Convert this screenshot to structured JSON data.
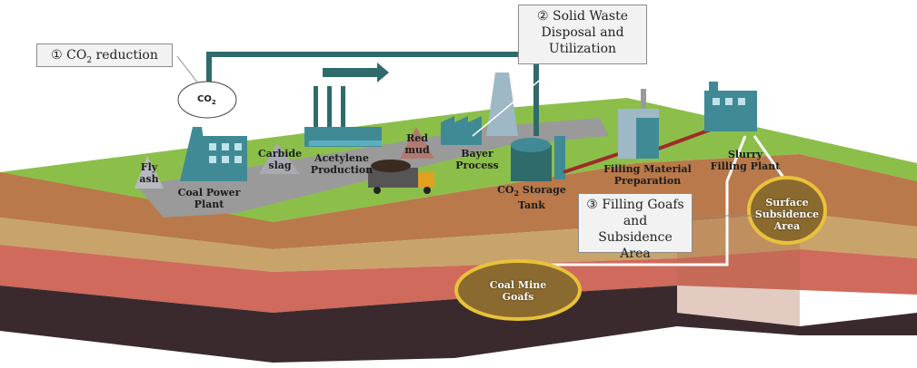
{
  "callouts": {
    "co2_reduction": {
      "number": "①",
      "text": "CO",
      "sub": "2",
      "tail": " reduction"
    },
    "solid_waste": {
      "number": "②",
      "line1": "Solid Waste",
      "line2": "Disposal and",
      "line3": "Utilization"
    },
    "filling_goafs": {
      "number": "③",
      "line1": "Filling Goafs",
      "line2": "and Subsidence",
      "line3": "Area"
    }
  },
  "cloud": {
    "text": "CO",
    "sub": "2"
  },
  "labels": {
    "fly_ash": {
      "line1": "Fly",
      "line2": "ash"
    },
    "coal_power_plant": {
      "line1": "Coal Power",
      "line2": "Plant"
    },
    "carbide_slag": {
      "line1": "Carbide",
      "line2": "slag"
    },
    "acetylene": {
      "line1": "Acetylene",
      "line2": "Production"
    },
    "red_mud": {
      "line1": "Red",
      "line2": "mud"
    },
    "bayer": {
      "line1": "Bayer",
      "line2": "Process"
    },
    "co2_storage": {
      "line1a": "CO",
      "line1sub": "2",
      "line1b": " Storage",
      "line2": "Tank"
    },
    "filling_material": {
      "line1": "Filling Material",
      "line2": "Preparation"
    },
    "slurry": {
      "line1": "Slurry",
      "line2": "Filling Plant"
    },
    "surface_subsidence": {
      "line1": "Surface",
      "line2": "Subsidence",
      "line3": "Area"
    },
    "coal_mine_goafs": {
      "line1": "Coal Mine",
      "line2": "Goafs"
    }
  },
  "colors": {
    "grass": "#8cbf4a",
    "road": "#9a9a9a",
    "pipe": "#2f6b6b",
    "soil_top": "#b9794a",
    "soil_band": "#c8a46b",
    "soil_red": "#cf6a5c",
    "bedrock": "#3a2a2e",
    "fill": "#8a6a2e",
    "fill_rim": "#e8c23a",
    "factory": "#3f8a95"
  }
}
